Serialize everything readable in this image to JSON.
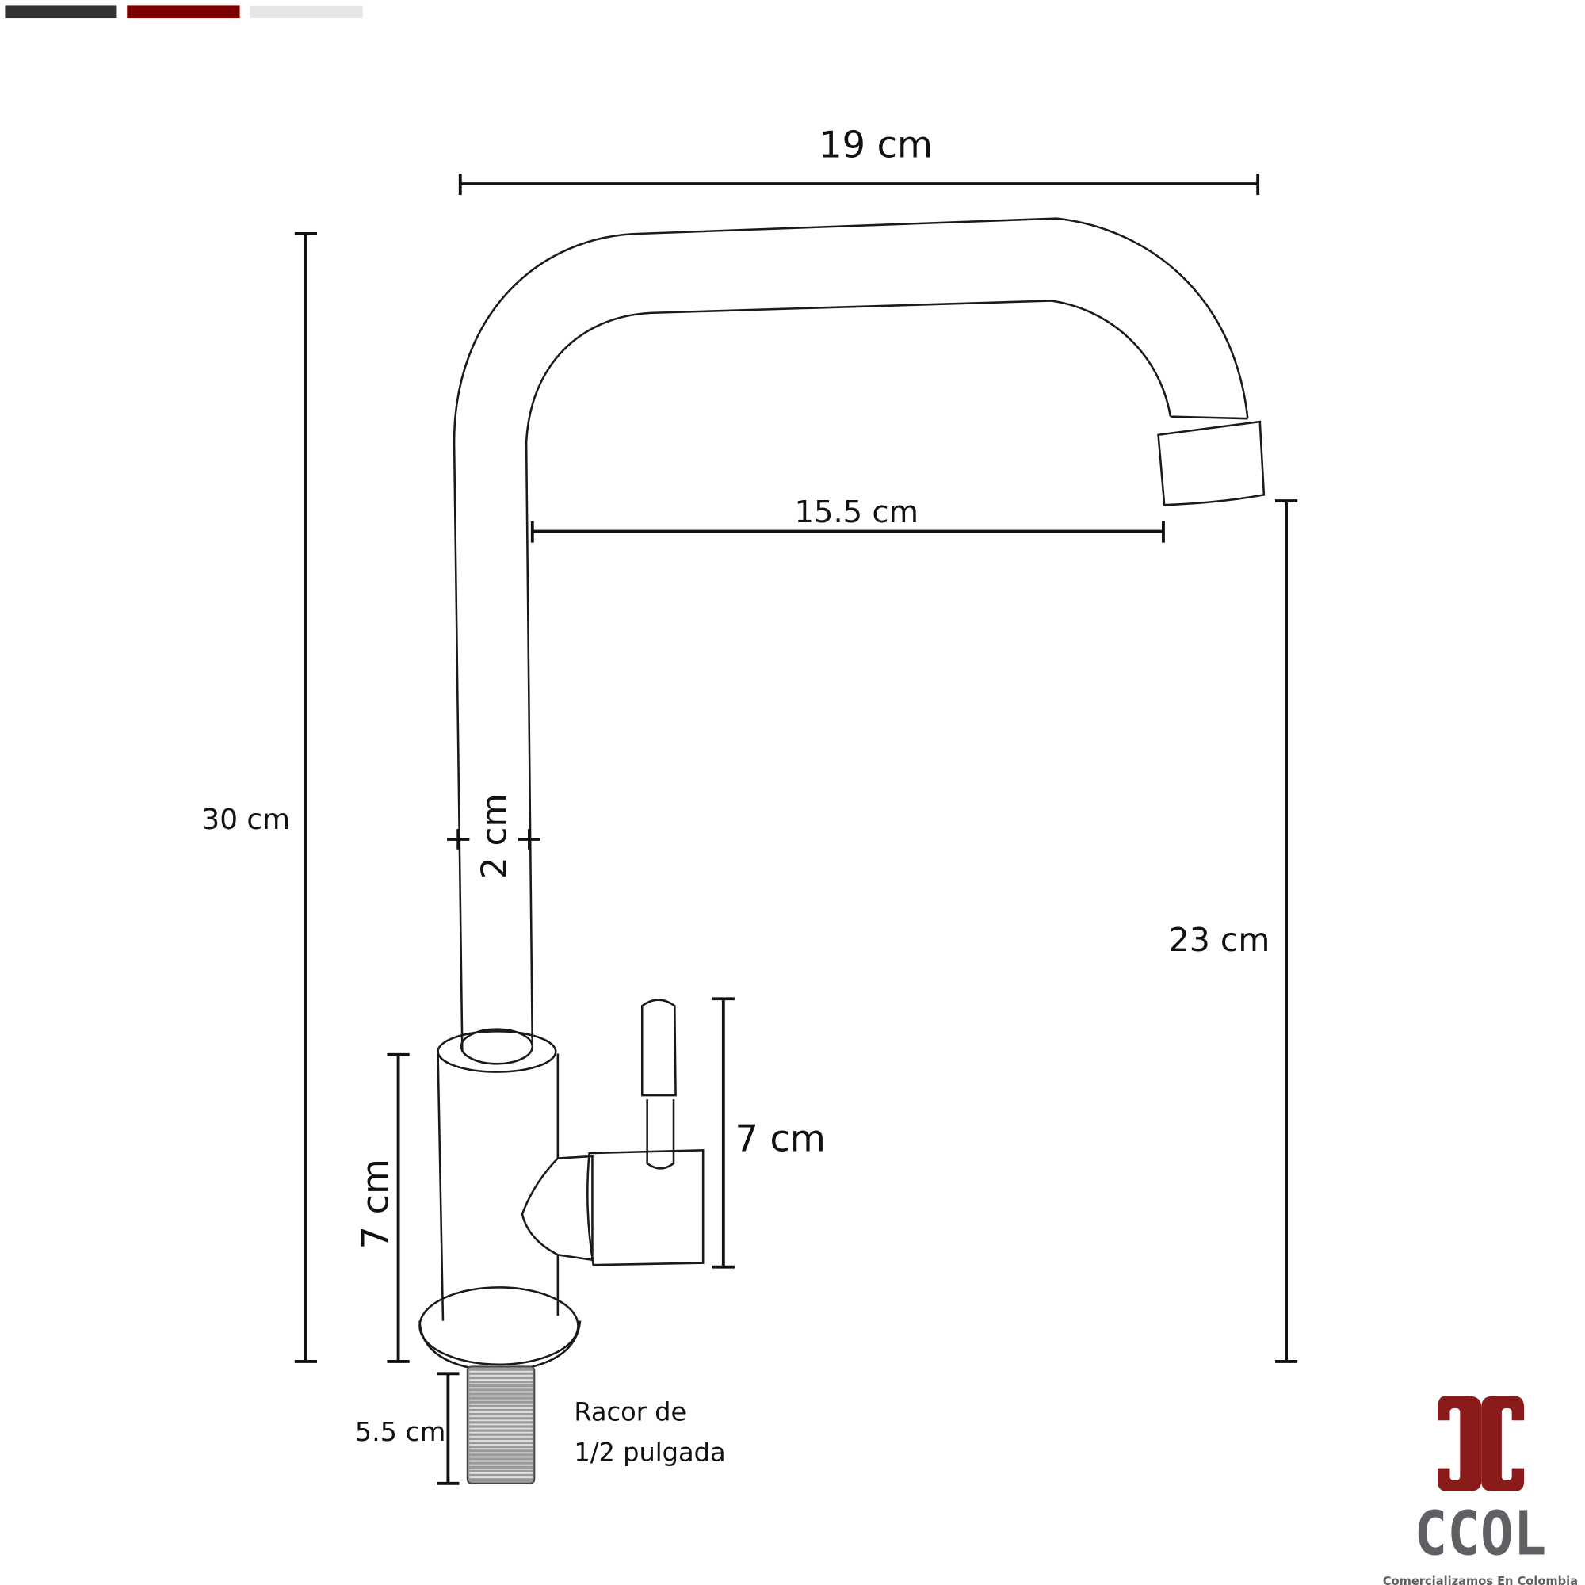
{
  "header_bars": {
    "colors": [
      "#333333",
      "#7d0000",
      "#e6e6e6"
    ]
  },
  "dimensions": {
    "total_width": "19 cm",
    "total_height": "30 cm",
    "spout_reach": "15.5 cm",
    "spout_height": "23 cm",
    "pipe_diameter": "2 cm",
    "body_height": "7 cm",
    "handle_height": "7 cm",
    "thread_length": "5.5 cm"
  },
  "note": {
    "line1": "Racor de",
    "line2": "1/2 pulgada"
  },
  "logo": {
    "mark": "CC",
    "name": "CCOL",
    "tagline": "Comercializamos En Colombia",
    "red": "#8b1a1a",
    "gray": "#5f6064"
  }
}
